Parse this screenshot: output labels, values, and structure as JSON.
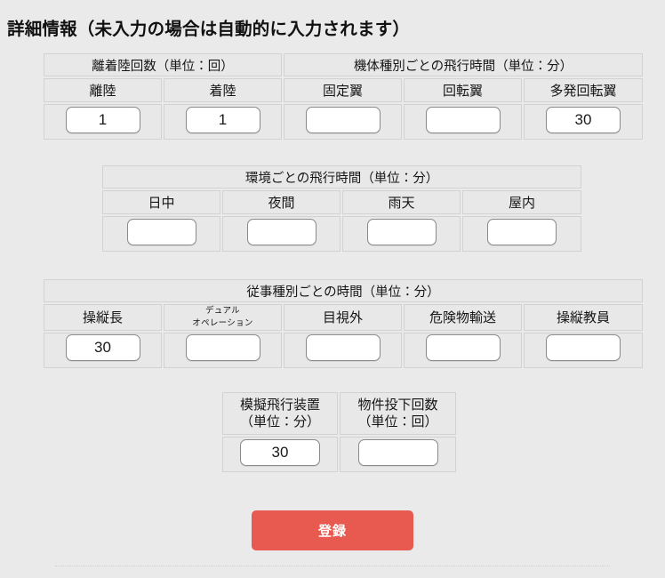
{
  "page": {
    "title": "詳細情報（未入力の場合は自動的に入力されます）",
    "background_color": "#eaeaea",
    "accent_color": "#e8594f"
  },
  "tables": {
    "landing_and_airframe": {
      "groups": [
        {
          "label": "離着陸回数（単位：回）",
          "span": 2
        },
        {
          "label": "機体種別ごとの飛行時間（単位：分）",
          "span": 3
        }
      ],
      "columns": [
        {
          "label": "離陸",
          "value": "1"
        },
        {
          "label": "着陸",
          "value": "1"
        },
        {
          "label": "固定翼",
          "value": ""
        },
        {
          "label": "回転翼",
          "value": ""
        },
        {
          "label": "多発回転翼",
          "value": "30"
        }
      ]
    },
    "environment": {
      "groups": [
        {
          "label": "環境ごとの飛行時間（単位：分）",
          "span": 4
        }
      ],
      "columns": [
        {
          "label": "日中",
          "value": ""
        },
        {
          "label": "夜間",
          "value": ""
        },
        {
          "label": "雨天",
          "value": ""
        },
        {
          "label": "屋内",
          "value": ""
        }
      ]
    },
    "duty_type": {
      "groups": [
        {
          "label": "従事種別ごとの時間（単位：分）",
          "span": 5
        }
      ],
      "columns": [
        {
          "label": "操縦長",
          "value": "30"
        },
        {
          "label_line1": "デュアル",
          "label_line2": "オペレーション",
          "value": ""
        },
        {
          "label": "目視外",
          "value": ""
        },
        {
          "label": "危険物輸送",
          "value": ""
        },
        {
          "label": "操縦教員",
          "value": ""
        }
      ]
    },
    "misc": {
      "columns": [
        {
          "label_line1": "模擬飛行装置",
          "label_line2": "（単位：分）",
          "value": "30"
        },
        {
          "label_line1": "物件投下回数",
          "label_line2": "（単位：回）",
          "value": ""
        }
      ]
    }
  },
  "actions": {
    "submit_label": "登録"
  }
}
